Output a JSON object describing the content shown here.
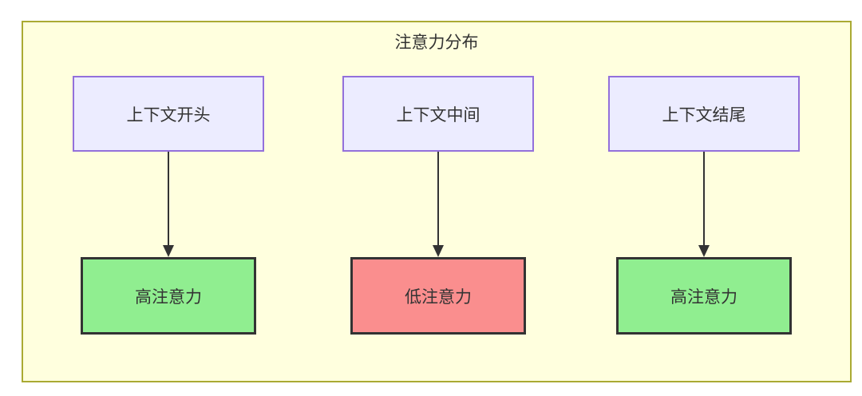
{
  "diagram": {
    "title": "注意力分布",
    "columns": [
      {
        "source": "上下文开头",
        "target": "高注意力",
        "target_type": "high"
      },
      {
        "source": "上下文中间",
        "target": "低注意力",
        "target_type": "low"
      },
      {
        "source": "上下文结尾",
        "target": "高注意力",
        "target_type": "high"
      }
    ],
    "colors": {
      "container_bg": "#ffffde",
      "container_border": "#aaaa33",
      "source_bg": "#ececff",
      "source_border": "#9370db",
      "high_bg": "#90ee90",
      "low_bg": "#fa8e8e",
      "target_border": "#333333",
      "arrow": "#333333",
      "text": "#333333"
    }
  }
}
